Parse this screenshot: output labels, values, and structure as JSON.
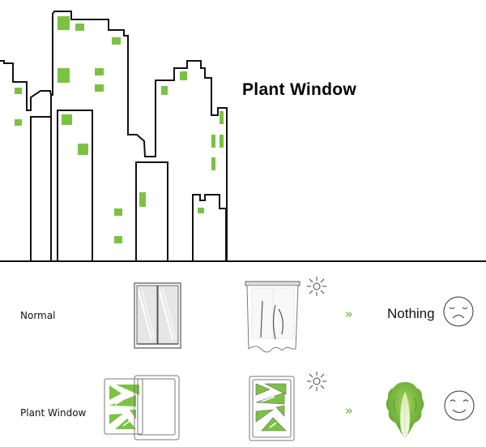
{
  "title": "Plant Window",
  "colors": {
    "accent_green": "#7cc242",
    "outline": "#111111",
    "glass": "#e8e8e8",
    "frame": "#888888"
  },
  "skyline": {
    "icon": "city-skyline-illustration",
    "window_color": "#7cc242"
  },
  "rows": [
    {
      "label": "Normal",
      "window_icon": "double-pane-window-icon",
      "scene_icon": "curtained-window-icon",
      "sun_icon": "sun-icon",
      "arrow": "»",
      "result_text": "Nothing",
      "face_icon": "sad-face-icon"
    },
    {
      "label": "Plant Window",
      "window_icon": "sliding-plant-window-icon",
      "scene_icon": "plant-window-icon",
      "sun_icon": "sun-icon",
      "arrow": "»",
      "result_text": "",
      "result_icon": "lettuce-icon",
      "face_icon": "happy-face-icon"
    }
  ]
}
